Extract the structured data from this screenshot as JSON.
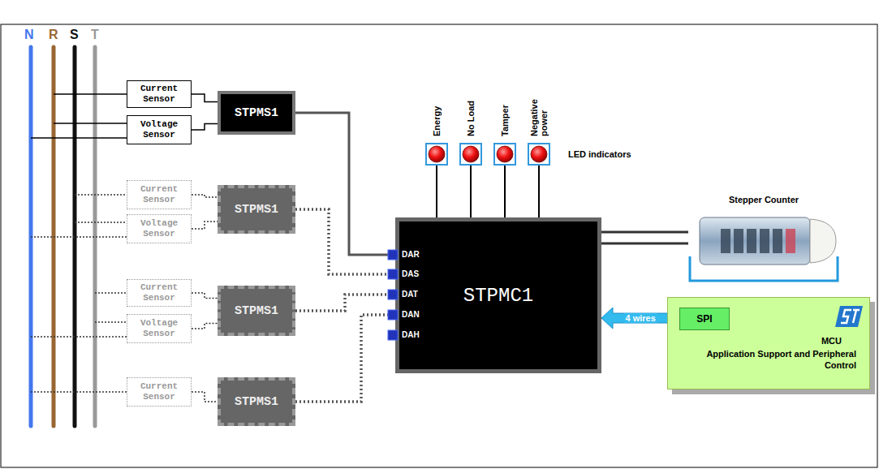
{
  "diagram": {
    "nodes": [
      {
        "text": [
          "Current Sensor"
        ]
      },
      {
        "text": [
          "Voltage Sensor"
        ]
      },
      {
        "text": [
          "STPMS1"
        ]
      },
      {
        "text": [
          "Current Sensor"
        ]
      },
      {
        "text": [
          "Voltage Sensor"
        ]
      },
      {
        "text": [
          "STPMS1"
        ]
      },
      {
        "text": [
          "Energy"
        ]
      },
      {
        "text": [
          "No Load"
        ]
      },
      {
        "text": [
          "Tamper"
        ]
      },
      {
        "text": [
          "Negative power"
        ]
      },
      {
        "text": [
          "STPMC1"
        ]
      },
      {
        "text": [
          "Current Sensor"
        ]
      },
      {
        "text": [
          "Voltage Sensor"
        ]
      },
      {
        "text": [
          "STPMS1"
        ]
      },
      {
        "text": [
          "Stepper Counter"
        ]
      },
      {
        "text": [
          "MCU",
          "Application Support and Peripheral Control"
        ]
      },
      {
        "text": [
          "SPI"
        ],
        "in": 15
      },
      {
        "text": [
          "Current Sensor"
        ]
      },
      {
        "text": [
          "STPMS1"
        ]
      }
    ],
    "edges": [
      {
        "from": 0,
        "to": 2,
        "arrow": "none"
      },
      {
        "from": 1,
        "to": 2,
        "arrow": "none"
      },
      {
        "from": 2,
        "to": 10,
        "arrow": "none"
      },
      {
        "from": 3,
        "to": 5,
        "arrow": "none"
      },
      {
        "from": 4,
        "to": 5,
        "arrow": "none"
      },
      {
        "from": 5,
        "to": 10,
        "arrow": "none"
      },
      {
        "from": 6,
        "to": 10,
        "arrow": "none"
      },
      {
        "from": 7,
        "to": 10,
        "arrow": "none"
      },
      {
        "from": 8,
        "to": 10,
        "arrow": "none"
      },
      {
        "from": 9,
        "to": 10,
        "arrow": "none"
      },
      {
        "from": 11,
        "to": 13,
        "arrow": "none"
      },
      {
        "from": 12,
        "to": 13,
        "arrow": "none"
      },
      {
        "from": 13,
        "to": 10,
        "arrow": "none"
      },
      {
        "from": 10,
        "to": 14,
        "arrow": "none"
      },
      {
        "from": 10,
        "to": 14,
        "arrow": "none"
      },
      {
        "from": 10,
        "to": 16,
        "label": "4 wires",
        "arrow": "both"
      },
      {
        "from": 17,
        "to": 18,
        "arrow": "none"
      },
      {
        "from": 18,
        "to": 10,
        "arrow": "none"
      }
    ],
    "labels": [
      "N",
      "R",
      "S",
      "T",
      "DAR",
      "DAS",
      "DAT",
      "DAN",
      "DAH",
      "LED indicators"
    ]
  }
}
